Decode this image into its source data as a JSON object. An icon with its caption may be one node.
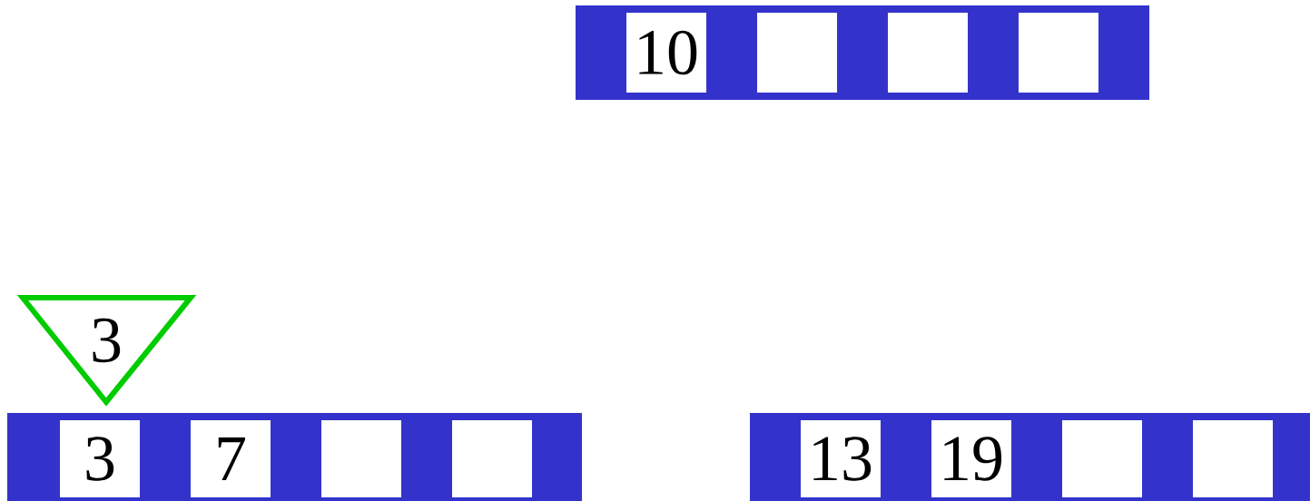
{
  "diagram": {
    "nodes": [
      {
        "text": [],
        "shape": "bar"
      },
      {
        "text": [
          "10"
        ],
        "in": 0
      },
      {
        "text": [],
        "shape": "box",
        "in": 0
      },
      {
        "text": [],
        "shape": "box",
        "in": 0
      },
      {
        "text": [],
        "shape": "box",
        "in": 0
      },
      {
        "text": [
          "3"
        ]
      },
      {
        "text": [],
        "shape": "bar"
      },
      {
        "text": [
          "3"
        ],
        "in": 6
      },
      {
        "text": [
          "7"
        ],
        "in": 6
      },
      {
        "text": [],
        "shape": "box",
        "in": 6
      },
      {
        "text": [],
        "shape": "box",
        "in": 6
      },
      {
        "text": [],
        "shape": "bar"
      },
      {
        "text": [
          "13"
        ],
        "in": 11
      },
      {
        "text": [
          "19"
        ],
        "in": 11
      },
      {
        "text": [],
        "shape": "box",
        "in": 11
      },
      {
        "text": [],
        "shape": "box",
        "in": 11
      }
    ],
    "edges": []
  }
}
